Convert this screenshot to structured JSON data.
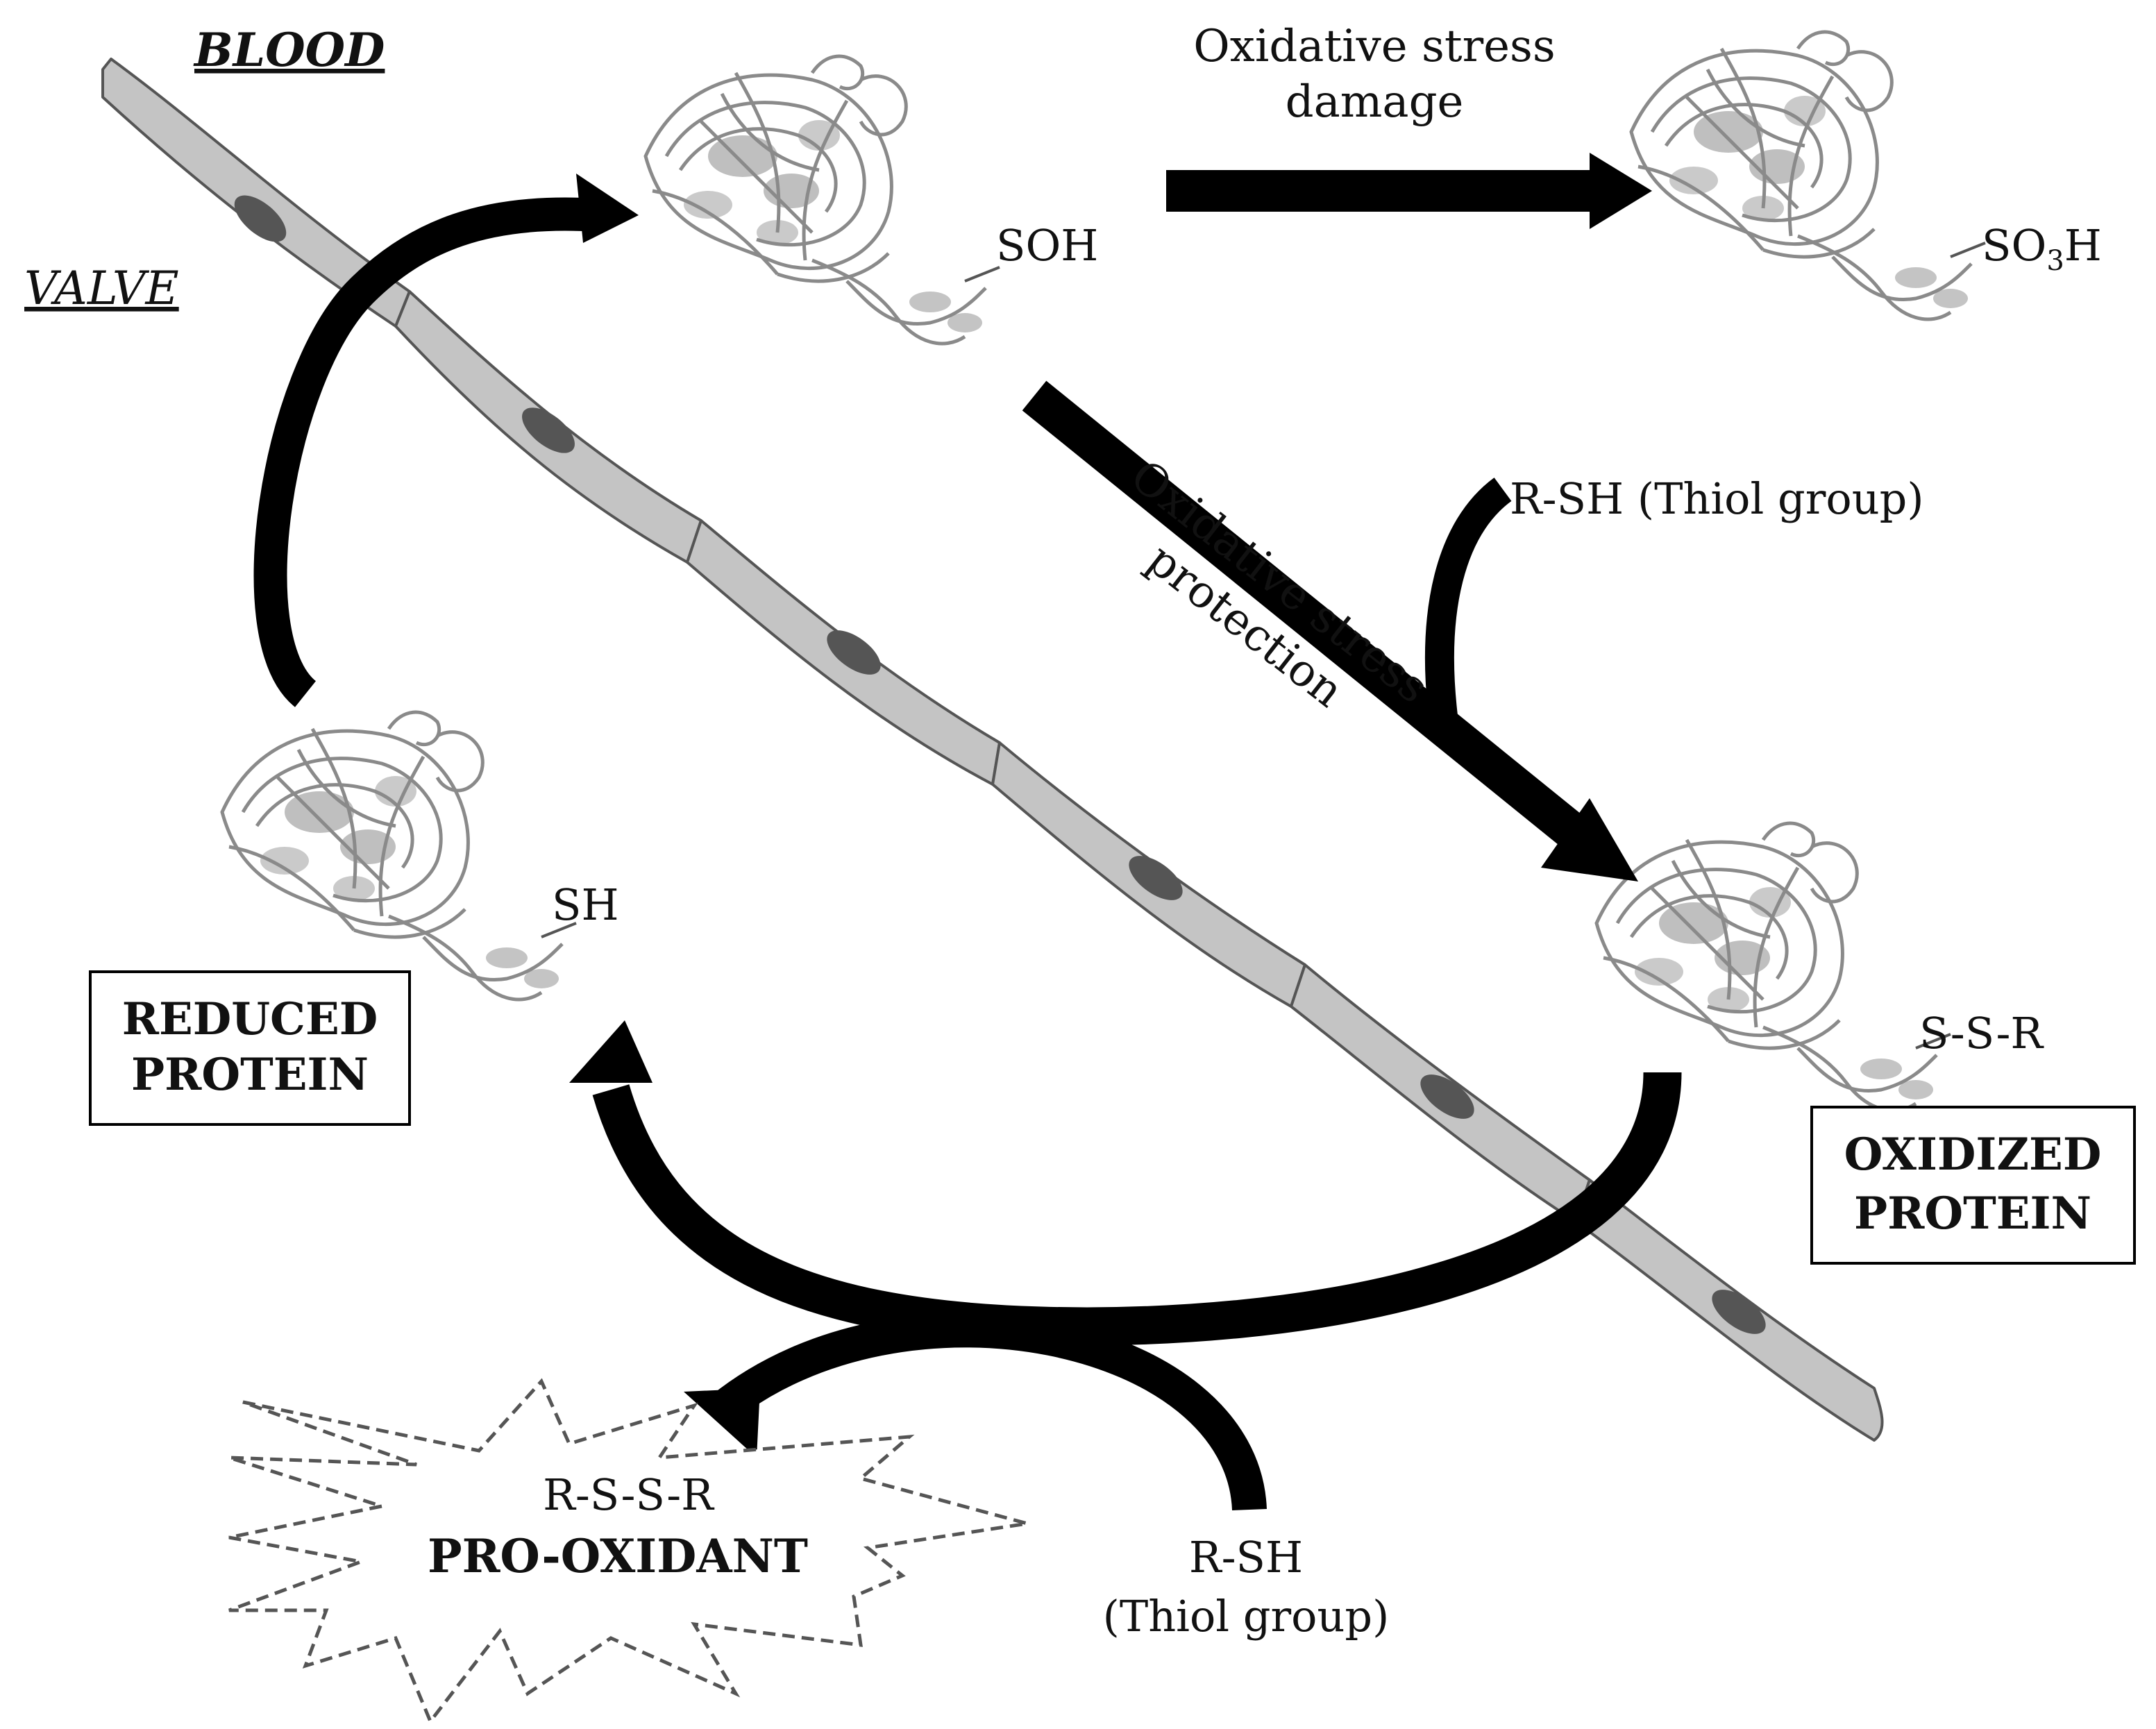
{
  "labels": {
    "blood": "BLOOD",
    "valve": "VALVE",
    "damage_line1": "Oxidative stress",
    "damage_line2": "damage",
    "protection_line1": "Oxidative stress",
    "protection_line2": "protection",
    "soh": "SOH",
    "so3h_main": "SO",
    "so3h_sub": "3",
    "so3h_end": "H",
    "sh": "SH",
    "ssr": "S-S-R",
    "rsh_thiol_top": "R-SH (Thiol group)",
    "rsh_bottom": "R-SH",
    "thiol_group_bottom": "(Thiol group)",
    "rssr": "R-S-S-R",
    "pro_oxidant": "PRO-OXIDANT",
    "reduced_line1": "REDUCED",
    "reduced_line2": "PROTEIN",
    "oxidized_line1": "OXIDIZED",
    "oxidized_line2": "PROTEIN"
  },
  "colors": {
    "arrow": "#000000",
    "cell_fill": "#c4c4c4",
    "cell_stroke": "#555555",
    "nucleus": "#555555",
    "protein": "#8a8a8a",
    "starburst": "#555555"
  },
  "icons": {
    "protein": "protein-ribbon-icon",
    "cell": "endothelial-cell-icon"
  }
}
